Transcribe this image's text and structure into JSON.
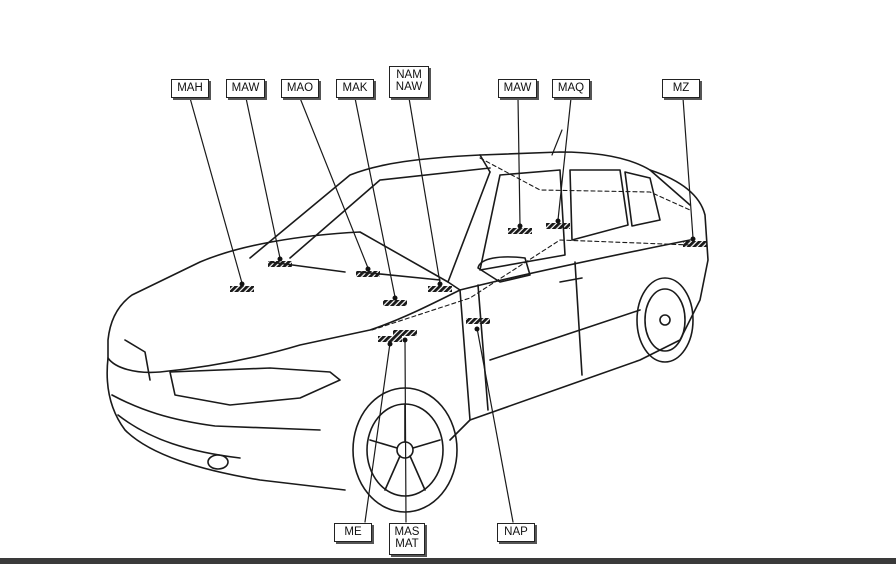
{
  "labels": {
    "mah": "MAH",
    "maw_left": "MAW",
    "mao": "MAO",
    "mak": "MAK",
    "nam": "NAM",
    "naw": "NAW",
    "maw_right": "MAW",
    "maq": "MAQ",
    "mz": "MZ",
    "me": "ME",
    "mas": "MAS",
    "mat": "MAT",
    "nap": "NAP"
  }
}
